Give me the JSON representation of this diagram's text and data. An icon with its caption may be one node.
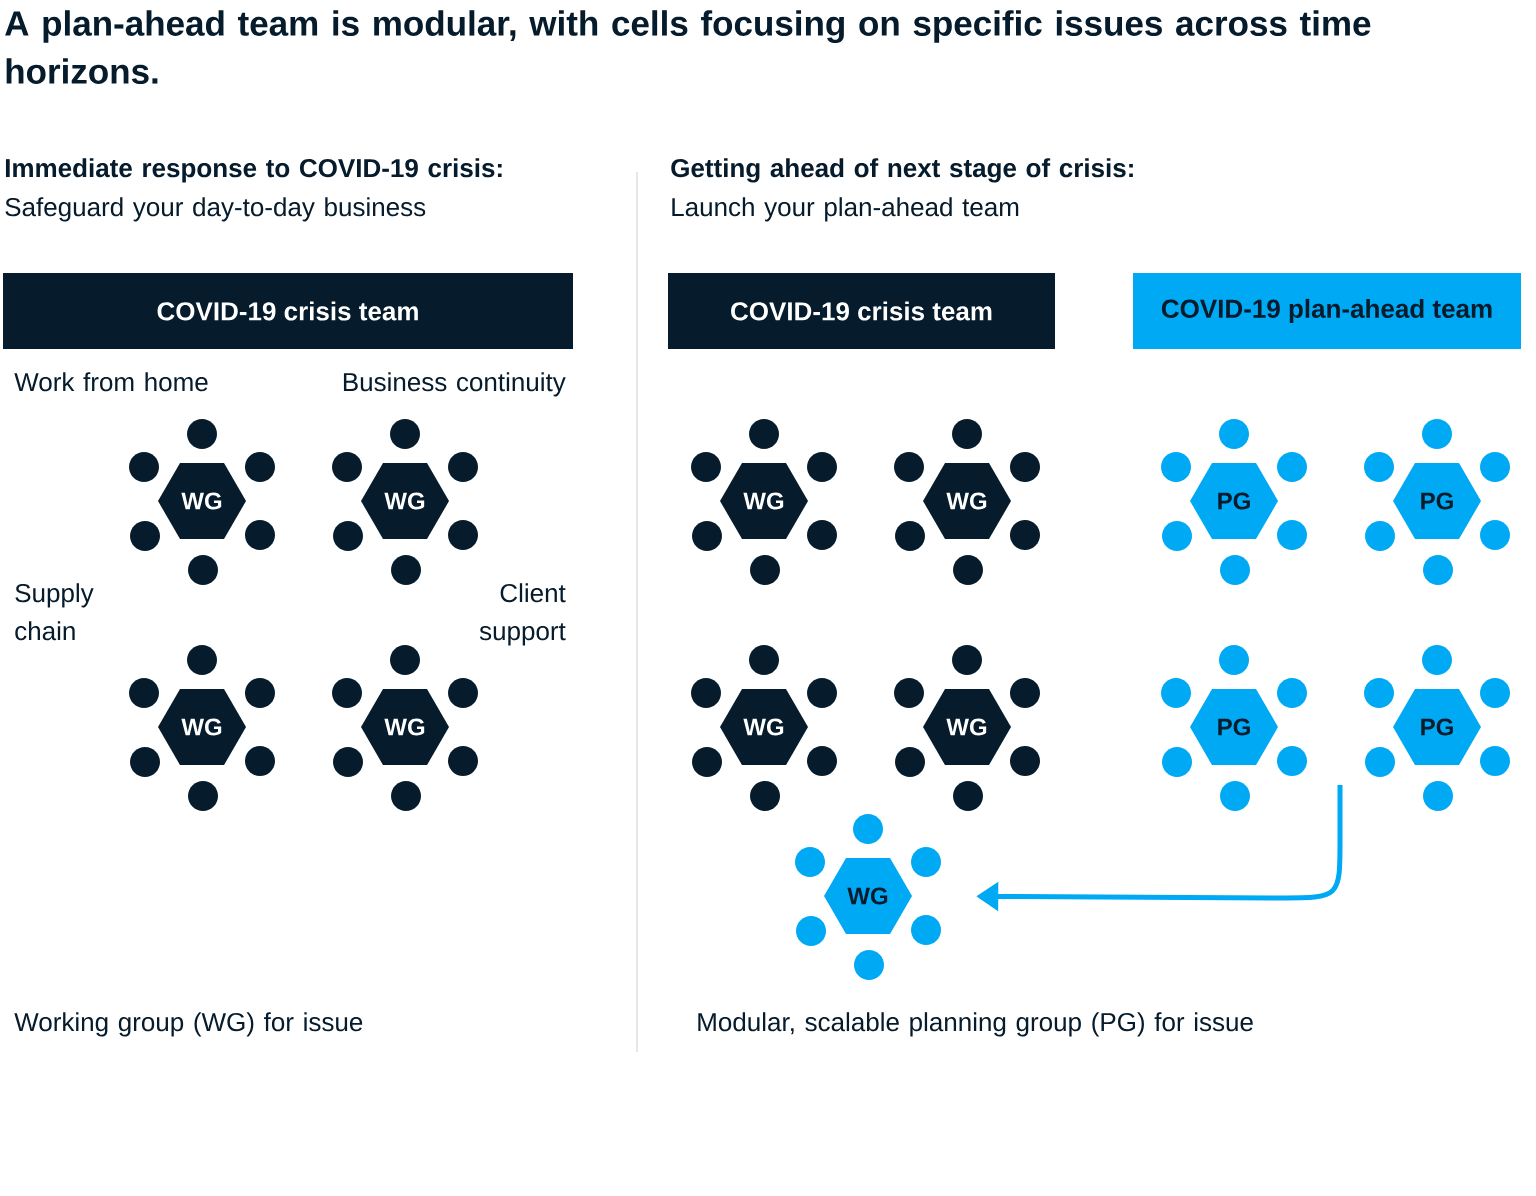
{
  "diagram": {
    "title": "A plan-ahead team is modular, with cells focusing on specific issues across time horizons.",
    "nodes": [
      {
        "text": [
          "COVID-19 crisis team"
        ]
      },
      {
        "text": [
          "WG"
        ]
      },
      {
        "text": [
          "WG"
        ]
      },
      {
        "text": [
          "WG"
        ]
      },
      {
        "text": [
          "WG"
        ]
      },
      {
        "text": [
          "COVID-19 crisis team"
        ]
      },
      {
        "text": [
          "COVID-19 plan-ahead team"
        ]
      },
      {
        "text": [
          "WG"
        ]
      },
      {
        "text": [
          "WG"
        ]
      },
      {
        "text": [
          "PG"
        ]
      },
      {
        "text": [
          "PG"
        ]
      },
      {
        "text": [
          "WG"
        ]
      },
      {
        "text": [
          "WG"
        ]
      },
      {
        "text": [
          "PG"
        ]
      },
      {
        "text": [
          "PG"
        ]
      },
      {
        "text": [
          "WG"
        ]
      }
    ],
    "edges": [
      {
        "from": null,
        "to": 15,
        "arrow": "to"
      }
    ],
    "labels": [
      "Immediate response to COVID-19 crisis:",
      "Safeguard your day-to-day business",
      "Getting ahead of next stage of crisis:",
      "Launch your plan-ahead team",
      "Work from home",
      "Business continuity",
      "Supply chain",
      "Client support",
      "Working group (WG) for issue",
      "Modular, scalable planning group (PG) for issue"
    ]
  }
}
